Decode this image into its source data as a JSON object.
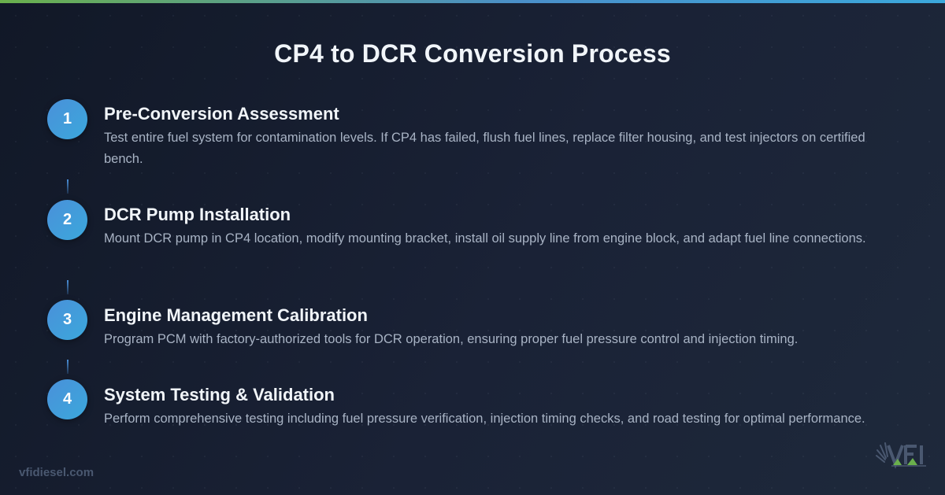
{
  "colors": {
    "accent_green": "#6ab04c",
    "accent_blue": "#3ba8dc",
    "circle_blue": "#4a90d9",
    "background": "#1a2236",
    "title_text": "#f1f5f9",
    "body_text": "#a8b3c4"
  },
  "header": {
    "title": "CP4 to DCR Conversion Process"
  },
  "steps": [
    {
      "number": "1",
      "title": "Pre-Conversion Assessment",
      "description": "Test entire fuel system for contamination levels. If CP4 has failed, flush fuel lines, replace filter housing, and test injectors on certified bench."
    },
    {
      "number": "2",
      "title": "DCR Pump Installation",
      "description": "Mount DCR pump in CP4 location, modify mounting bracket, install oil supply line from engine block, and adapt fuel line connections."
    },
    {
      "number": "3",
      "title": "Engine Management Calibration",
      "description": "Program PCM with factory-authorized tools for DCR operation, ensuring proper fuel pressure control and injection timing."
    },
    {
      "number": "4",
      "title": "System Testing & Validation",
      "description": "Perform comprehensive testing including fuel pressure verification, injection timing checks, and road testing for optimal performance."
    }
  ],
  "footer": {
    "url": "vfidiesel.com",
    "logo_text": "VFI",
    "logo_icon": "vfi-logo-icon"
  }
}
